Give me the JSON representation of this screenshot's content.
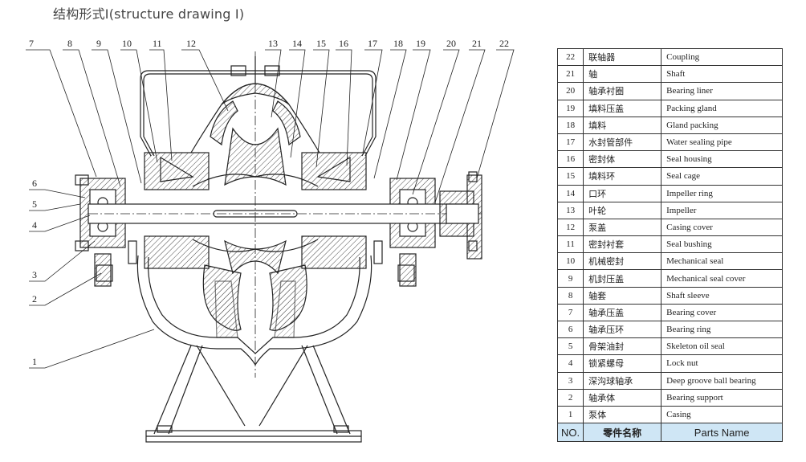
{
  "title": "结构形式Ⅰ(structure drawing Ⅰ)",
  "callouts_top": [
    "7",
    "8",
    "9",
    "10",
    "11",
    "12",
    "13",
    "14",
    "15",
    "16",
    "17",
    "18",
    "19",
    "20",
    "21",
    "22"
  ],
  "callouts_left": [
    "6",
    "5",
    "4",
    "3",
    "2",
    "1"
  ],
  "table": {
    "header": {
      "no": "NO.",
      "cn": "零件名称",
      "en": "Parts Name"
    },
    "rows": [
      {
        "no": "22",
        "cn": "联轴器",
        "en": "Coupling"
      },
      {
        "no": "21",
        "cn": "轴",
        "en": "Shaft"
      },
      {
        "no": "20",
        "cn": "轴承衬圈",
        "en": "Bearing liner"
      },
      {
        "no": "19",
        "cn": "填料压盖",
        "en": "Packing gland"
      },
      {
        "no": "18",
        "cn": "填料",
        "en": "Gland packing"
      },
      {
        "no": "17",
        "cn": "水封管部件",
        "en": "Water sealing pipe"
      },
      {
        "no": "16",
        "cn": "密封体",
        "en": "Seal housing"
      },
      {
        "no": "15",
        "cn": "填料环",
        "en": "Seal cage"
      },
      {
        "no": "14",
        "cn": "口环",
        "en": "Impeller ring"
      },
      {
        "no": "13",
        "cn": "叶轮",
        "en": "Impeller"
      },
      {
        "no": "12",
        "cn": "泵盖",
        "en": "Casing cover"
      },
      {
        "no": "11",
        "cn": "密封衬套",
        "en": "Seal bushing"
      },
      {
        "no": "10",
        "cn": "机械密封",
        "en": "Mechanical seal"
      },
      {
        "no": "9",
        "cn": "机封压盖",
        "en": "Mechanical seal cover"
      },
      {
        "no": "8",
        "cn": "轴套",
        "en": "Shaft sleeve"
      },
      {
        "no": "7",
        "cn": "轴承压盖",
        "en": "Bearing cover"
      },
      {
        "no": "6",
        "cn": "轴承压环",
        "en": "Bearing ring"
      },
      {
        "no": "5",
        "cn": "骨架油封",
        "en": "Skeleton oil seal"
      },
      {
        "no": "4",
        "cn": "锁紧螺母",
        "en": "Lock nut"
      },
      {
        "no": "3",
        "cn": "深沟球轴承",
        "en": "Deep groove ball bearing"
      },
      {
        "no": "2",
        "cn": "轴承体",
        "en": "Bearing support"
      },
      {
        "no": "1",
        "cn": "泵体",
        "en": "Casing"
      }
    ]
  }
}
